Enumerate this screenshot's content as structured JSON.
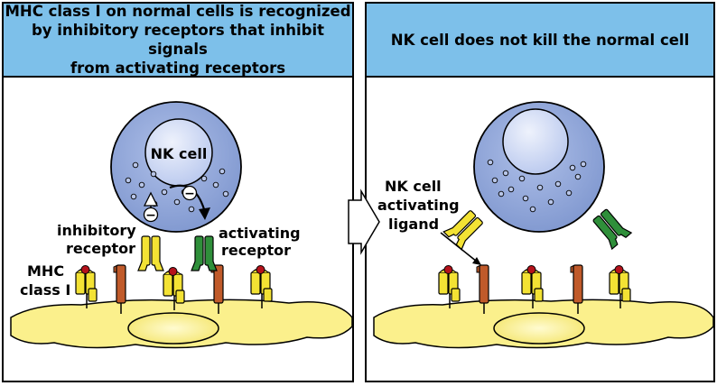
{
  "left_panel": {
    "title": "MHC class I on normal cells is recognized\nby inhibitory receptors that inhibit signals\nfrom activating receptors",
    "nk_label": "NK cell",
    "inhibitory_line1": "inhibitory",
    "inhibitory_line2": "receptor",
    "activating_line1": "activating",
    "activating_line2": "receptor",
    "mhc_line1": "MHC",
    "mhc_line2": "class I",
    "signal_symbol": "−"
  },
  "right_panel": {
    "title": "NK cell does not kill the normal cell",
    "ligand_line1": "NK cell",
    "ligand_line2": "activating",
    "ligand_line3": "ligand"
  },
  "colors": {
    "header_blue": "#7dc0ea",
    "cell_blue": "#8fa6d8",
    "nucleus_blue": "#cdd8f3",
    "membrane_yellow": "#fbf08c",
    "receptor_yellow": "#f3e234",
    "receptor_green": "#2f8f3a",
    "ligand_red": "#c05a2a",
    "peptide_red": "#b5121b"
  }
}
